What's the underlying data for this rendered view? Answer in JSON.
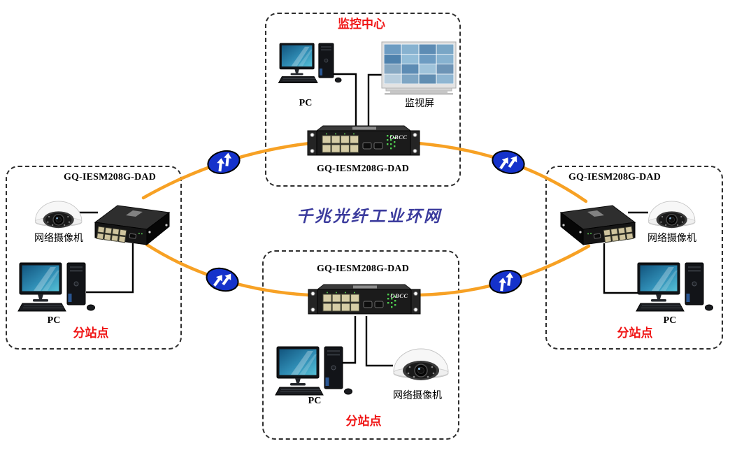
{
  "ring": {
    "label": "千兆光纤工业环网"
  },
  "brand": "OBCC",
  "stations": {
    "center": {
      "title": "监控中心",
      "pc": "PC",
      "monitor_wall": "监视屏",
      "switch_model": "GQ-IESM208G-DAD"
    },
    "left": {
      "switch_model": "GQ-IESM208G-DAD",
      "camera": "网络摄像机",
      "pc": "PC",
      "label": "分站点"
    },
    "right": {
      "switch_model": "GQ-IESM208G-DAD",
      "camera": "网络摄像机",
      "pc": "PC",
      "label": "分站点"
    },
    "bottom": {
      "switch_model": "GQ-IESM208G-DAD",
      "pc": "PC",
      "camera": "网络摄像机",
      "label": "分站点"
    }
  },
  "colors": {
    "ring_line": "#f7a124",
    "fiber_icon": "#1532cb",
    "station_text": "#f01414",
    "ring_text": "#3b3b9d"
  }
}
